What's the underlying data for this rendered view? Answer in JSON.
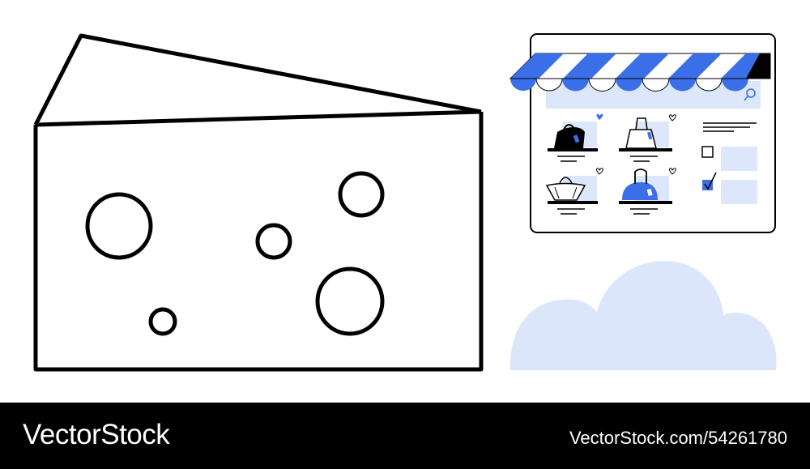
{
  "colors": {
    "ink": "#000000",
    "accent": "#3b6fe8",
    "light_blue": "#dce7fb",
    "cloud": "#dbe6fa",
    "background": "#ffffff",
    "footer": "#000000"
  },
  "illustration": {
    "left_object": "cheese-wedge",
    "right_object": "online-store-window",
    "decor": "cloud"
  },
  "store": {
    "products": [
      {
        "icon": "handbag-icon",
        "filled": true,
        "favorite": true
      },
      {
        "icon": "shopping-bag-icon",
        "filled": false,
        "favorite": false
      },
      {
        "icon": "basket-bag-icon",
        "filled": false,
        "favorite": false
      },
      {
        "icon": "dome-bag-icon",
        "filled": true,
        "favorite": false
      }
    ],
    "filters": [
      {
        "checked": false
      },
      {
        "checked": true
      }
    ]
  },
  "footer": {
    "brand": "VectorStock",
    "stock_id": "VectorStock.com/54261780"
  }
}
